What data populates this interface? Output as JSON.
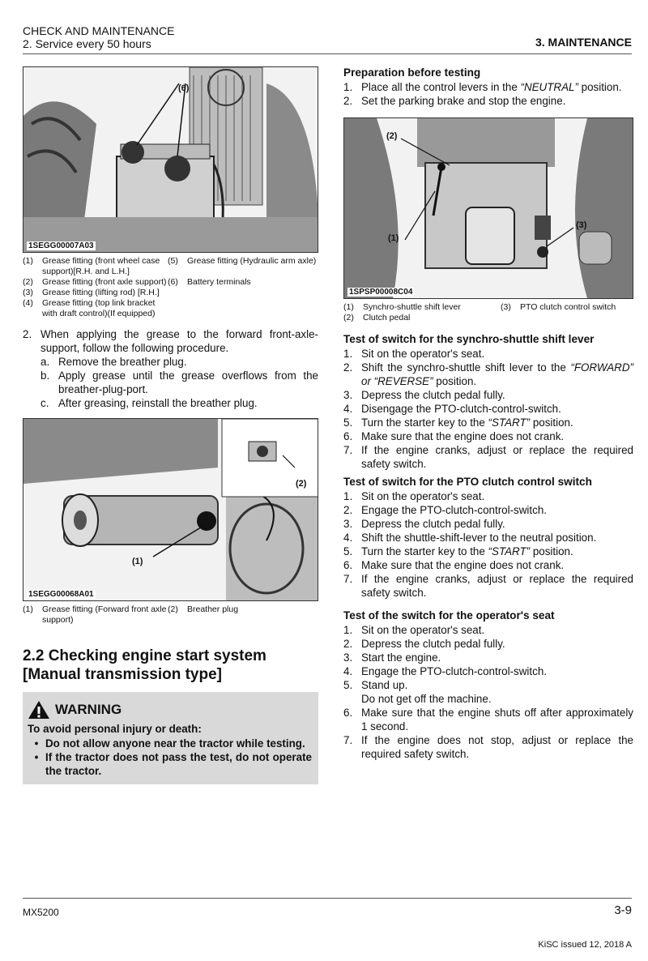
{
  "header": {
    "chapter": "CHECK AND MAINTENANCE",
    "section": "2. Service every 50 hours",
    "right_title": "3. MAINTENANCE"
  },
  "figure1": {
    "id": "1SEGG00007A03",
    "callout": "(6)",
    "legend": [
      {
        "num": "(1)",
        "text": "Grease fitting (front wheel case support)[R.H. and L.H.]"
      },
      {
        "num": "(2)",
        "text": "Grease fitting (front axle support)"
      },
      {
        "num": "(3)",
        "text": "Grease fitting (lifting rod) [R.H.]"
      },
      {
        "num": "(4)",
        "text": "Grease fitting (top link bracket with draft control)(If equipped)"
      },
      {
        "num": "(5)",
        "text": "Grease fitting (Hydraulic arm axle)"
      },
      {
        "num": "(6)",
        "text": "Battery terminals"
      }
    ]
  },
  "grease_steps": {
    "step_num": "2.",
    "step_text": "When applying the grease to the forward front-axle-support, follow the following procedure.",
    "sub": [
      {
        "num": "a.",
        "text": "Remove the breather plug."
      },
      {
        "num": "b.",
        "text": "Apply grease until the grease overflows from the breather-plug-port."
      },
      {
        "num": "c.",
        "text": "After greasing, reinstall the breather plug."
      }
    ]
  },
  "figure2": {
    "id": "1SEGG00068A01",
    "callout1": "(1)",
    "callout2": "(2)",
    "legend": [
      {
        "num": "(1)",
        "text": "Grease fitting (Forward front axle support)"
      },
      {
        "num": "(2)",
        "text": "Breather plug"
      }
    ]
  },
  "section_title": "2.2 Checking engine start system [Manual transmission type]",
  "warning": {
    "title": "WARNING",
    "lead": "To avoid personal injury or death:",
    "items": [
      "Do not allow anyone near the tractor while testing.",
      "If the tractor does not pass the test, do not operate the tractor."
    ]
  },
  "preparation": {
    "title": "Preparation before testing",
    "steps": [
      {
        "num": "1.",
        "pre": "Place all the control levers in the ",
        "em": "“NEUTRAL”",
        "post": " position."
      },
      {
        "num": "2.",
        "pre": "Set the parking brake and stop the engine.",
        "em": "",
        "post": ""
      }
    ]
  },
  "figure3": {
    "id": "1SPSP00008C04",
    "callout1": "(1)",
    "callout2": "(2)",
    "callout3": "(3)",
    "legend": [
      {
        "num": "(1)",
        "text": "Synchro-shuttle shift lever"
      },
      {
        "num": "(2)",
        "text": "Clutch pedal"
      },
      {
        "num": "(3)",
        "text": "PTO clutch control switch"
      }
    ]
  },
  "test_shuttle": {
    "title": "Test of switch for the synchro-shuttle shift lever",
    "steps": [
      {
        "num": "1.",
        "pre": "Sit on the operator's seat.",
        "em": "",
        "post": ""
      },
      {
        "num": "2.",
        "pre": "Shift the synchro-shuttle shift lever to the ",
        "em": "“FORWARD” or “REVERSE”",
        "post": " position."
      },
      {
        "num": "3.",
        "pre": "Depress the clutch pedal fully.",
        "em": "",
        "post": ""
      },
      {
        "num": "4.",
        "pre": "Disengage the PTO-clutch-control-switch.",
        "em": "",
        "post": ""
      },
      {
        "num": "5.",
        "pre": "Turn the starter key to the ",
        "em": "“START”",
        "post": " position."
      },
      {
        "num": "6.",
        "pre": "Make sure that the engine does not crank.",
        "em": "",
        "post": ""
      },
      {
        "num": "7.",
        "pre": "If the engine cranks, adjust or replace the required safety switch.",
        "em": "",
        "post": ""
      }
    ]
  },
  "test_pto": {
    "title": "Test of switch for the PTO clutch control switch",
    "steps": [
      {
        "num": "1.",
        "pre": "Sit on the operator's seat.",
        "em": "",
        "post": ""
      },
      {
        "num": "2.",
        "pre": "Engage the PTO-clutch-control-switch.",
        "em": "",
        "post": ""
      },
      {
        "num": "3.",
        "pre": "Depress the clutch pedal fully.",
        "em": "",
        "post": ""
      },
      {
        "num": "4.",
        "pre": "Shift the shuttle-shift-lever to the neutral position.",
        "em": "",
        "post": ""
      },
      {
        "num": "5.",
        "pre": "Turn the starter key to the ",
        "em": "“START”",
        "post": " position."
      },
      {
        "num": "6.",
        "pre": "Make sure that the engine does not crank.",
        "em": "",
        "post": ""
      },
      {
        "num": "7.",
        "pre": "If the engine cranks, adjust or replace the required safety switch.",
        "em": "",
        "post": ""
      }
    ]
  },
  "test_seat": {
    "title": "Test of the switch for the operator's seat",
    "steps": [
      {
        "num": "1.",
        "pre": "Sit on the operator's seat.",
        "em": "",
        "post": ""
      },
      {
        "num": "2.",
        "pre": "Depress the clutch pedal fully.",
        "em": "",
        "post": ""
      },
      {
        "num": "3.",
        "pre": "Start the engine.",
        "em": "",
        "post": ""
      },
      {
        "num": "4.",
        "pre": "Engage the PTO-clutch-control-switch.",
        "em": "",
        "post": ""
      },
      {
        "num": "5.",
        "pre": "Stand up.",
        "em": "",
        "post": ""
      },
      {
        "num": "",
        "pre": "Do not get off the machine.",
        "em": "",
        "post": ""
      },
      {
        "num": "6.",
        "pre": "Make sure that the engine shuts off after approximately 1 second.",
        "em": "",
        "post": ""
      },
      {
        "num": "7.",
        "pre": "If the engine does not stop, adjust or replace the required safety switch.",
        "em": "",
        "post": ""
      }
    ]
  },
  "footer": {
    "model": "MX5200",
    "page": "3-9",
    "issued": "KiSC issued 12, 2018 A"
  }
}
